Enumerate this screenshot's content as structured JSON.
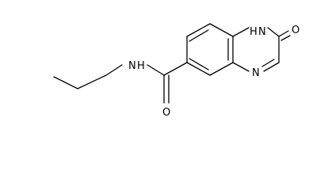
{
  "structure": {
    "atoms": {
      "nh_ring": "H",
      "n_ring": "N",
      "n_amide": "N",
      "h_amide": "H",
      "o_ring": "O",
      "o_amide": "O"
    },
    "colors": {
      "bond": "#000000",
      "label": "#000000",
      "background": "#ffffff"
    }
  }
}
